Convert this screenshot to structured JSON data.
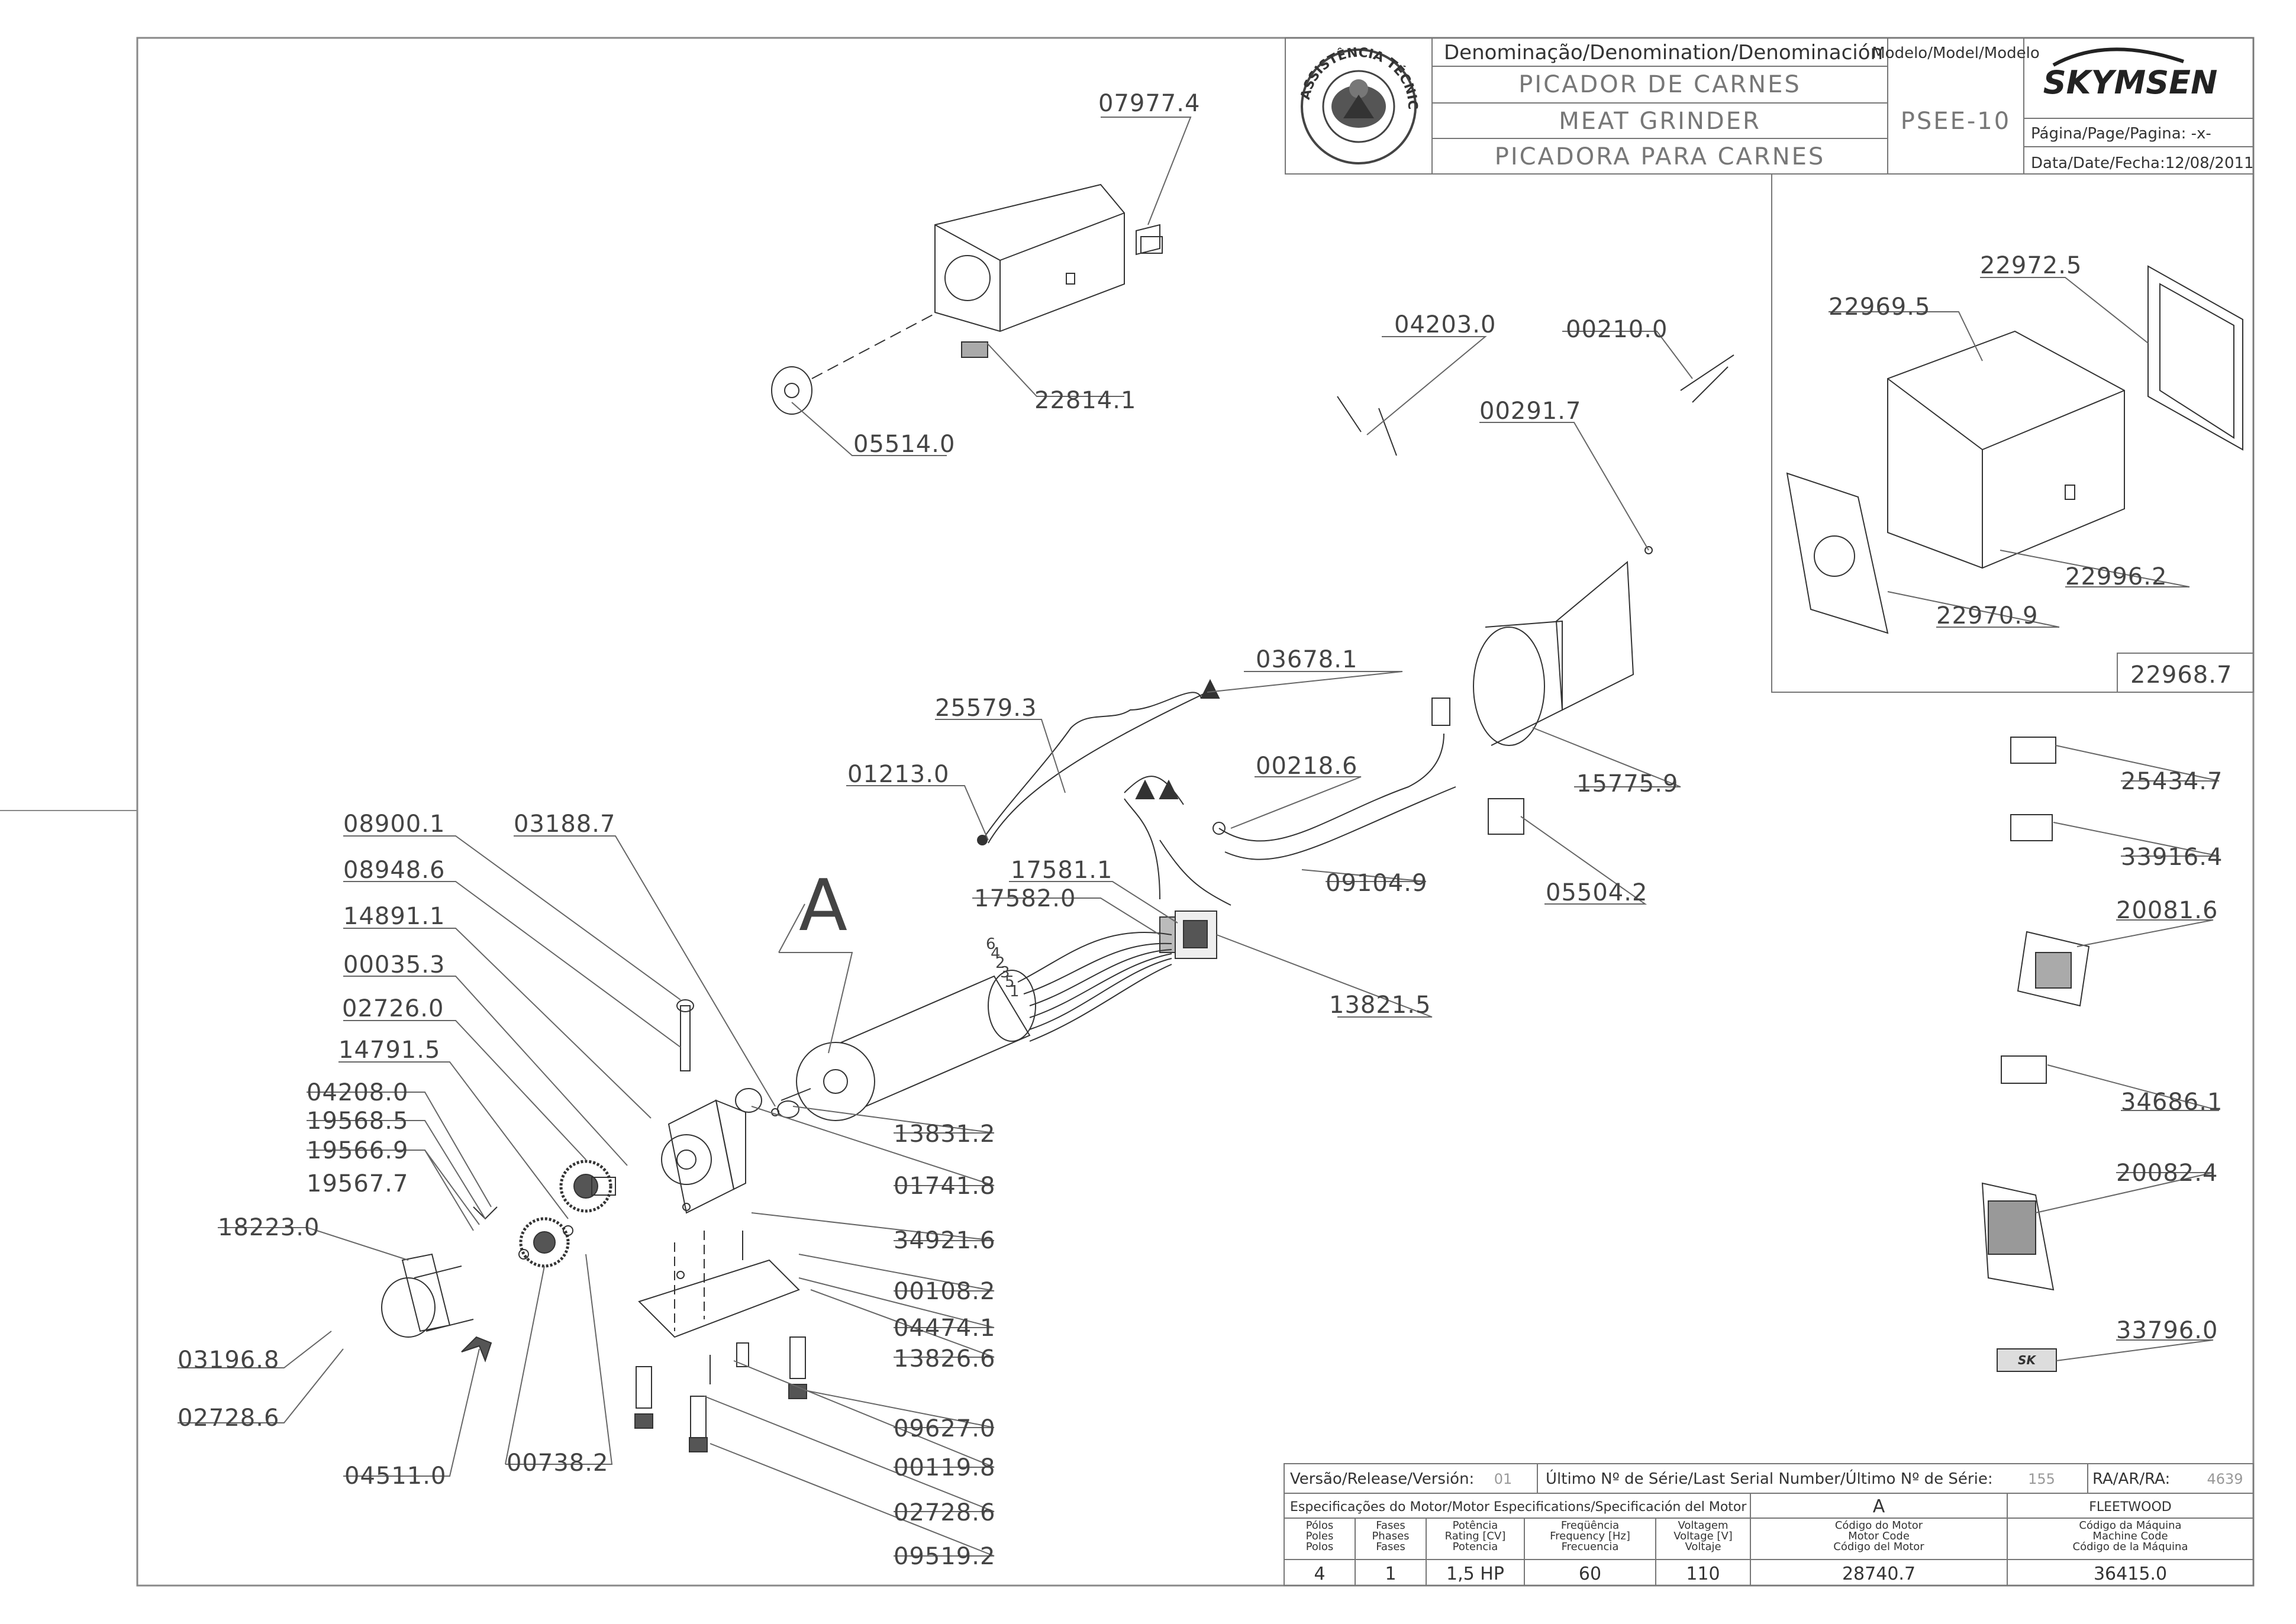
{
  "title_block": {
    "denomination_header": "Denominação/Denomination/Denominación",
    "name_pt": "PICADOR DE CARNES",
    "name_en": "MEAT GRINDER",
    "name_es": "PICADORA PARA CARNES",
    "model_header": "Modelo/Model/Modelo",
    "model_value": "PSEE-10",
    "brand": "SKYMSEN",
    "page_text": "Página/Page/Pagina: -x-",
    "date_text": "Data/Date/Fecha:12/08/2011",
    "seal_text": "ASSISTÊNCIA TÉCNICA AUTORIZADA"
  },
  "release_block": {
    "version_label": "Versão/Release/Versión:",
    "version_value": "01",
    "serial_label": "Último Nº de Série/Last Serial Number/Último Nº de Série:",
    "serial_value": "155",
    "ra_label": "RA/AR/RA:",
    "ra_value": "4639",
    "motor_spec_label": "Especificações do Motor/Motor Especifications/Specificación del Motor",
    "motor_letter": "A",
    "fleetwood": "FLEETWOOD",
    "columns": [
      {
        "h1": "Pólos",
        "h2": "Poles",
        "h3": "Polos",
        "value": "4"
      },
      {
        "h1": "Fases",
        "h2": "Phases",
        "h3": "Fases",
        "value": "1"
      },
      {
        "h1": "Potência",
        "h2": "Rating [CV]",
        "h3": "Potencia",
        "value": "1,5 HP"
      },
      {
        "h1": "Freqüência",
        "h2": "Frequency [Hz]",
        "h3": "Frecuencia",
        "value": "60"
      },
      {
        "h1": "Voltagem",
        "h2": "Voltage [V]",
        "h3": "Voltaje",
        "value": "110"
      },
      {
        "h1": "Código do Motor",
        "h2": "Motor Code",
        "h3": "Código del Motor",
        "value": "28740.7"
      },
      {
        "h1": "Código da Máquina",
        "h2": "Machine Code",
        "h3": "Código de la Máquina",
        "value": "36415.0"
      }
    ]
  },
  "labels": {
    "p07977": "07977.4",
    "p22814": "22814.1",
    "p05514": "05514.0",
    "p04203": "04203.0",
    "p00210": "00210.0",
    "p00291": "00291.7",
    "p03678": "03678.1",
    "p25579": "25579.3",
    "p01213": "01213.0",
    "p00218": "00218.6",
    "p09104": "09104.9",
    "p05504": "05504.2",
    "p15775": "15775.9",
    "p17581": "17581.1",
    "p17582": "17582.0",
    "p13821": "13821.5",
    "p08900": "08900.1",
    "p03188": "03188.7",
    "p08948": "08948.6",
    "p14891": "14891.1",
    "p00035": "00035.3",
    "p02726": "02726.0",
    "p14791": "14791.5",
    "p04208": "04208.0",
    "p19568": "19568.5",
    "p19566": "19566.9",
    "p19567": "19567.7",
    "p18223": "18223.0",
    "p03196": "03196.8",
    "p02728a": "02728.6",
    "p04511": "04511.0",
    "p00738": "00738.2",
    "p13831": "13831.2",
    "p01741": "01741.8",
    "p34921": "34921.6",
    "p00108": "00108.2",
    "p04474": "04474.1",
    "p13826": "13826.6",
    "p09627": "09627.0",
    "p00119": "00119.8",
    "p02728b": "02728.6",
    "p09519": "09519.2",
    "p22972": "22972.5",
    "p22969": "22969.5",
    "p22996": "22996.2",
    "p22970": "22970.9",
    "p22968": "22968.7",
    "p25434": "25434.7",
    "p33916": "33916.4",
    "p20081": "20081.6",
    "p34686": "34686.1",
    "p20082": "20082.4",
    "p33796": "33796.0",
    "motor_letter": "A",
    "wire_numbers": [
      "6",
      "4",
      "2",
      "3",
      "5",
      "1"
    ]
  }
}
